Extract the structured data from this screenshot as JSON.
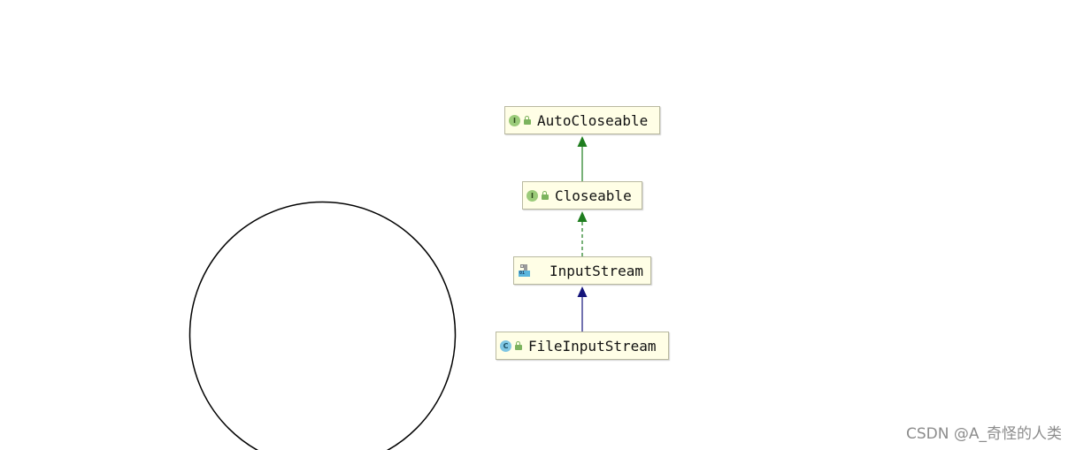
{
  "diagram": {
    "nodes": [
      {
        "id": "autocloseable",
        "label": "AutoCloseable",
        "kind": "interface",
        "icon": "interface-icon",
        "badge_letter": "I"
      },
      {
        "id": "closeable",
        "label": "Closeable",
        "kind": "interface",
        "icon": "interface-icon",
        "badge_letter": "I"
      },
      {
        "id": "inputstream",
        "label": "InputStream",
        "kind": "abstract-class",
        "icon": "abstract-class-icon",
        "badge_letter": "01"
      },
      {
        "id": "fileinputstream",
        "label": "FileInputStream",
        "kind": "class",
        "icon": "class-icon",
        "badge_letter": "C"
      }
    ],
    "edges": [
      {
        "from": "closeable",
        "to": "autocloseable",
        "type": "extends",
        "style": "solid",
        "color": "#1e7d1e"
      },
      {
        "from": "inputstream",
        "to": "closeable",
        "type": "implements",
        "style": "dashed",
        "color": "#1e7d1e"
      },
      {
        "from": "fileinputstream",
        "to": "inputstream",
        "type": "extends",
        "style": "solid",
        "color": "#14147a"
      }
    ]
  },
  "colors": {
    "node_fill": "#fffee6",
    "interface_badge": "#9bcb7a",
    "class_badge": "#7fc6e3",
    "lock_color": "#7cb35e"
  },
  "watermark": "CSDN @A_奇怪的人类"
}
